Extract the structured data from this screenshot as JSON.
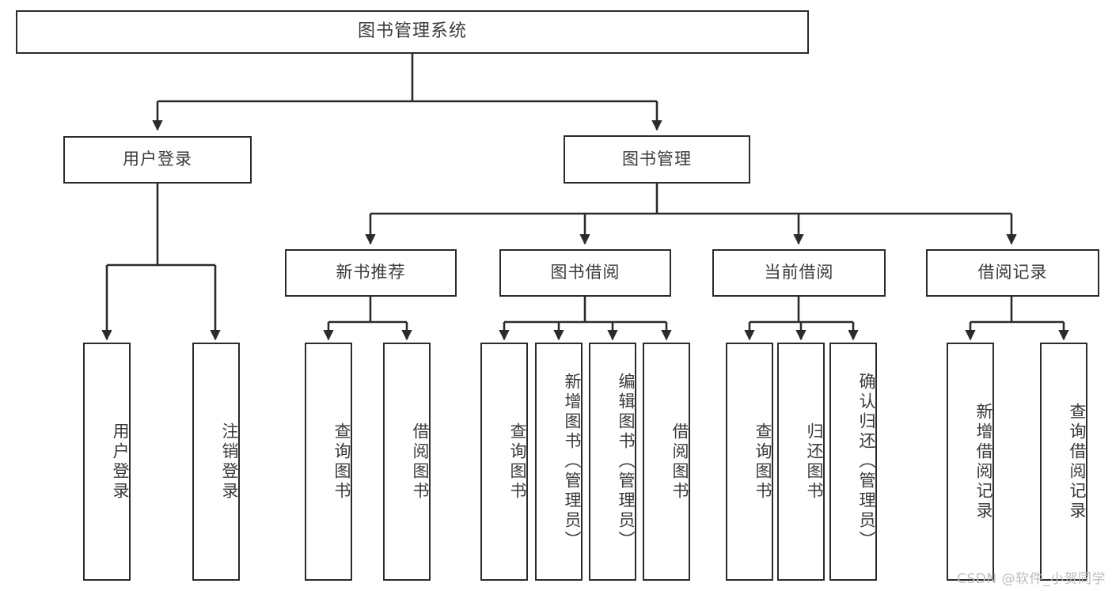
{
  "diagram": {
    "title": "图书管理系统",
    "type": "hierarchy-tree",
    "watermark": "CSDN @软件_小贺同学",
    "colors": {
      "border": "#2b2b2b",
      "text": "#3a3a3a",
      "background": "#ffffff",
      "watermark": "#bdbdbd"
    },
    "levels": {
      "root": {
        "label": "图书管理系统"
      },
      "level2": [
        {
          "label": "用户登录"
        },
        {
          "label": "图书管理"
        }
      ],
      "level3": [
        {
          "label": "新书推荐"
        },
        {
          "label": "图书借阅"
        },
        {
          "label": "当前借阅"
        },
        {
          "label": "借阅记录"
        }
      ]
    },
    "leaves": {
      "user_login": [
        {
          "label": "用户登录"
        },
        {
          "label": "注销登录"
        }
      ],
      "new_book_recommend": [
        {
          "label": "查询图书"
        },
        {
          "label": "借阅图书"
        }
      ],
      "book_borrow": [
        {
          "label": "查询图书"
        },
        {
          "label": "新增图书（管理员）"
        },
        {
          "label": "编辑图书（管理员）"
        },
        {
          "label": "借阅图书"
        }
      ],
      "current_borrow": [
        {
          "label": "查询图书"
        },
        {
          "label": "归还图书"
        },
        {
          "label": "确认归还（管理员）"
        }
      ],
      "borrow_record": [
        {
          "label": "新增借阅记录"
        },
        {
          "label": "查询借阅记录"
        }
      ]
    }
  }
}
